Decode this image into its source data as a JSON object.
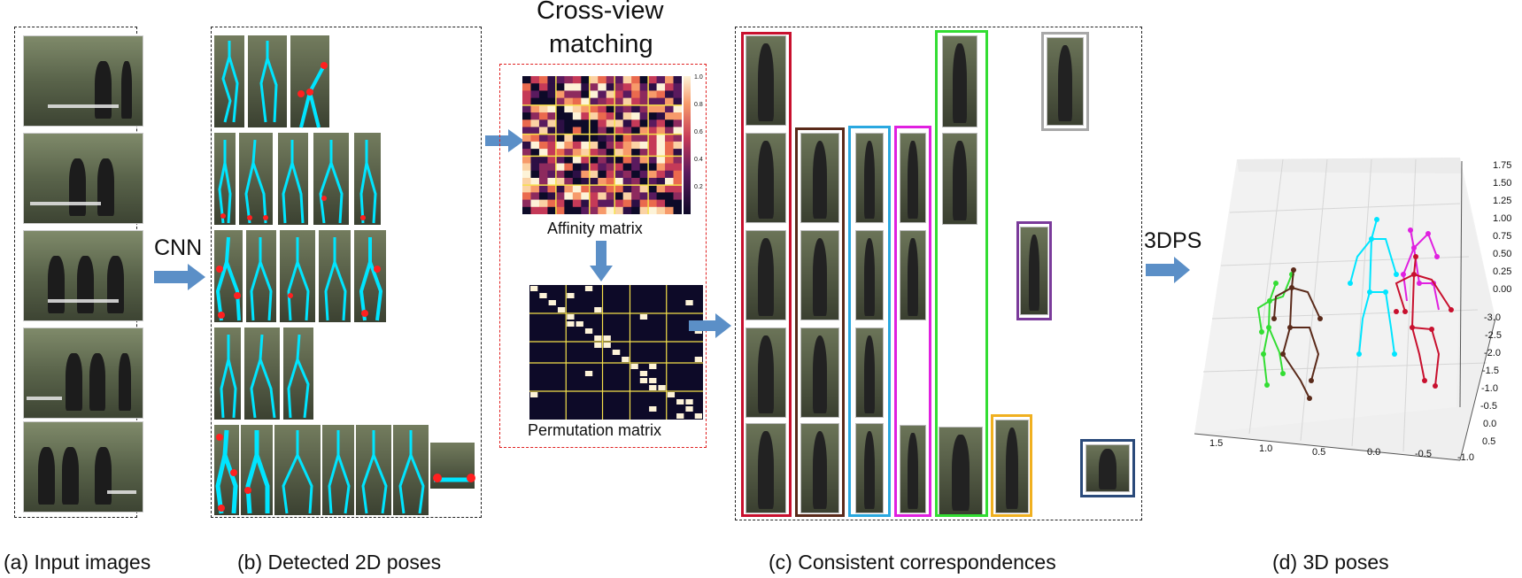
{
  "panels": {
    "a": {
      "caption": "(a) Input images"
    },
    "b": {
      "caption": "(b) Detected 2D poses"
    },
    "c": {
      "caption": "(c) Consistent correspondences"
    },
    "d": {
      "caption": "(d) 3D poses"
    }
  },
  "steps": {
    "cnn": "CNN",
    "cross_view_line1": "Cross-view",
    "cross_view_line2": "matching",
    "threedps": "3DPS"
  },
  "matrices": {
    "affinity_label": "Affinity matrix",
    "permutation_label": "Permutation matrix",
    "colorbar_ticks": [
      "1.0",
      "0.8",
      "0.6",
      "0.4",
      "0.2"
    ]
  },
  "plot3d": {
    "z_ticks": [
      "1.75",
      "1.50",
      "1.25",
      "1.00",
      "0.75",
      "0.50",
      "0.25",
      "0.00"
    ],
    "y_ticks": [
      "-3.0",
      "-2.5",
      "-2.0",
      "-1.5",
      "-1.0",
      "-0.5",
      "0.0",
      "0.5"
    ],
    "x_ticks": [
      "1.5",
      "1.0",
      "0.5",
      "0.0",
      "-0.5",
      "-1.0"
    ]
  },
  "colors": {
    "arrow": "#5b8fc7",
    "pose": "#00e5ff",
    "joint": "#ff2020",
    "track_red": "#c8102e",
    "track_brown": "#5a2a1a",
    "track_blue": "#2aa8e0",
    "track_magenta": "#e020e0",
    "track_green": "#33dd33",
    "track_gray": "#a8a8a8",
    "track_purple": "#7a3a9a",
    "track_orange": "#f0b020",
    "track_navy": "#2a4a7a"
  }
}
